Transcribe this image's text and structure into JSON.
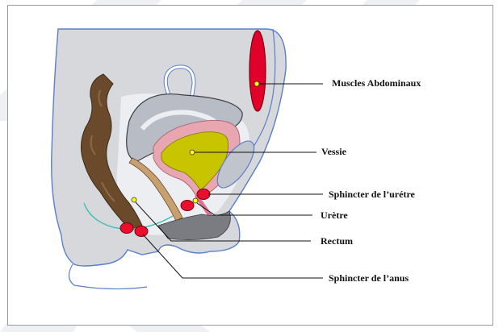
{
  "labels": {
    "abdominal_muscles": "Muscles Abdominaux",
    "bladder": "Vessie",
    "urethral_sphincter": "Sphincter de l’urétre",
    "urethra": "Urètre",
    "rectum": "Rectum",
    "anal_sphincter": "Sphincter de l’anus"
  },
  "colors": {
    "muscle_red": "#e0002a",
    "sphincter_red": "#e8102c",
    "bladder_yellow": "#c8c400",
    "bladder_pink": "#e8a6b0",
    "rectum_brown": "#6b4a2c",
    "uterus_gray": "#b8bcc4",
    "body_gray": "#d6d8dc",
    "outline_blue": "#5b7fc8",
    "pelvic_floor_teal": "#3cbfb0"
  }
}
